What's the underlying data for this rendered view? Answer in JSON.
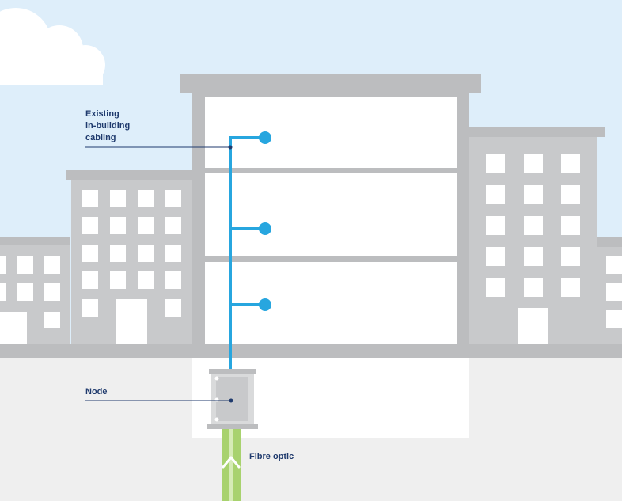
{
  "labels": {
    "cabling": [
      "Existing",
      "in-building",
      "cabling"
    ],
    "node": "Node",
    "fibre": "Fibre optic"
  },
  "colors": {
    "sky": "#deeefa",
    "ground": "#efefef",
    "building": "#c8c9cb",
    "structure": "#bcbdbf",
    "window": "#ffffff",
    "cabling": "#27a6df",
    "fibre": "#a8d26e",
    "fibre_core": "#d6ebb6",
    "label_text": "#1f3a6d"
  },
  "icons": {
    "cloud": "cloud-icon",
    "node": "node-cabinet-icon",
    "arrow": "arrow-up-icon"
  }
}
